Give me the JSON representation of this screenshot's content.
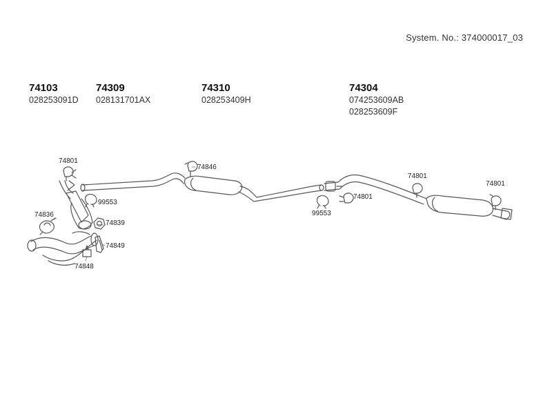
{
  "header": {
    "system_number": "System. No.: 374000017_03"
  },
  "parts": [
    {
      "id": "part-74103",
      "number": "74103",
      "oe": [
        "028253091D"
      ]
    },
    {
      "id": "part-74309",
      "number": "74309",
      "oe": [
        "028131701AX"
      ]
    },
    {
      "id": "part-74310",
      "number": "74310",
      "oe": [
        "028253409H"
      ]
    },
    {
      "id": "part-74304",
      "number": "74304",
      "oe": [
        "074253609AB",
        "028253609F"
      ]
    }
  ],
  "labels": {
    "l74801a": "74801",
    "l99553a": "99553",
    "l74836": "74836",
    "l74839": "74839",
    "l74849": "74849",
    "l74848": "74848",
    "l74846": "74846",
    "l99553b": "99553",
    "l74801b": "74801",
    "l74801c": "74801",
    "l74801d": "74801"
  }
}
